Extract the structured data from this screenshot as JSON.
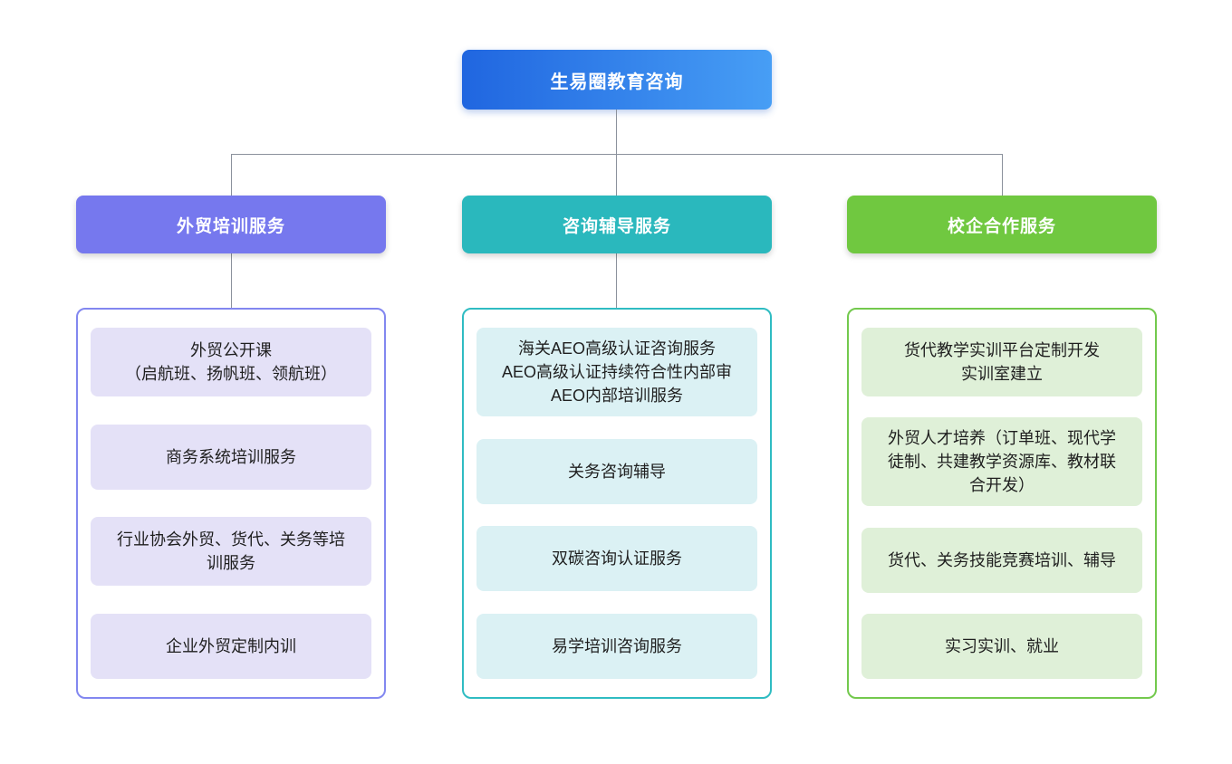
{
  "root": {
    "label": "生易圈教育咨询",
    "gradient_start": "#2066e0",
    "gradient_end": "#479ef5"
  },
  "connector_color": "#8b919c",
  "columns": [
    {
      "id": "trade-training",
      "header": "外贸培训服务",
      "header_color": "#7678ee",
      "border_color": "#8287f0",
      "item_bg": "#e4e1f7",
      "items": [
        {
          "lines": [
            "外贸公开课",
            "（启航班、扬帆班、领航班）"
          ]
        },
        {
          "lines": [
            "商务系统培训服务"
          ]
        },
        {
          "lines": [
            "行业协会外贸、货代、关务等培",
            "训服务"
          ]
        },
        {
          "lines": [
            "企业外贸定制内训"
          ]
        }
      ]
    },
    {
      "id": "consulting-coaching",
      "header": "咨询辅导服务",
      "header_color": "#2ab8bd",
      "border_color": "#2fbcc2",
      "item_bg": "#dbf1f4",
      "items": [
        {
          "lines": [
            "海关AEO高级认证咨询服务",
            "AEO高级认证持续符合性内部审",
            "AEO内部培训服务"
          ]
        },
        {
          "lines": [
            "关务咨询辅导"
          ]
        },
        {
          "lines": [
            "双碳咨询认证服务"
          ]
        },
        {
          "lines": [
            "易学培训咨询服务"
          ]
        }
      ]
    },
    {
      "id": "school-enterprise",
      "header": "校企合作服务",
      "header_color": "#70c840",
      "border_color": "#73c94d",
      "item_bg": "#dff0d8",
      "items": [
        {
          "lines": [
            "货代教学实训平台定制开发",
            "实训室建立"
          ]
        },
        {
          "lines": [
            "外贸人才培养（订单班、现代学",
            "徒制、共建教学资源库、教材联",
            "合开发）"
          ]
        },
        {
          "lines": [
            "货代、关务技能竞赛培训、辅导"
          ]
        },
        {
          "lines": [
            "实习实训、就业"
          ]
        }
      ]
    }
  ]
}
